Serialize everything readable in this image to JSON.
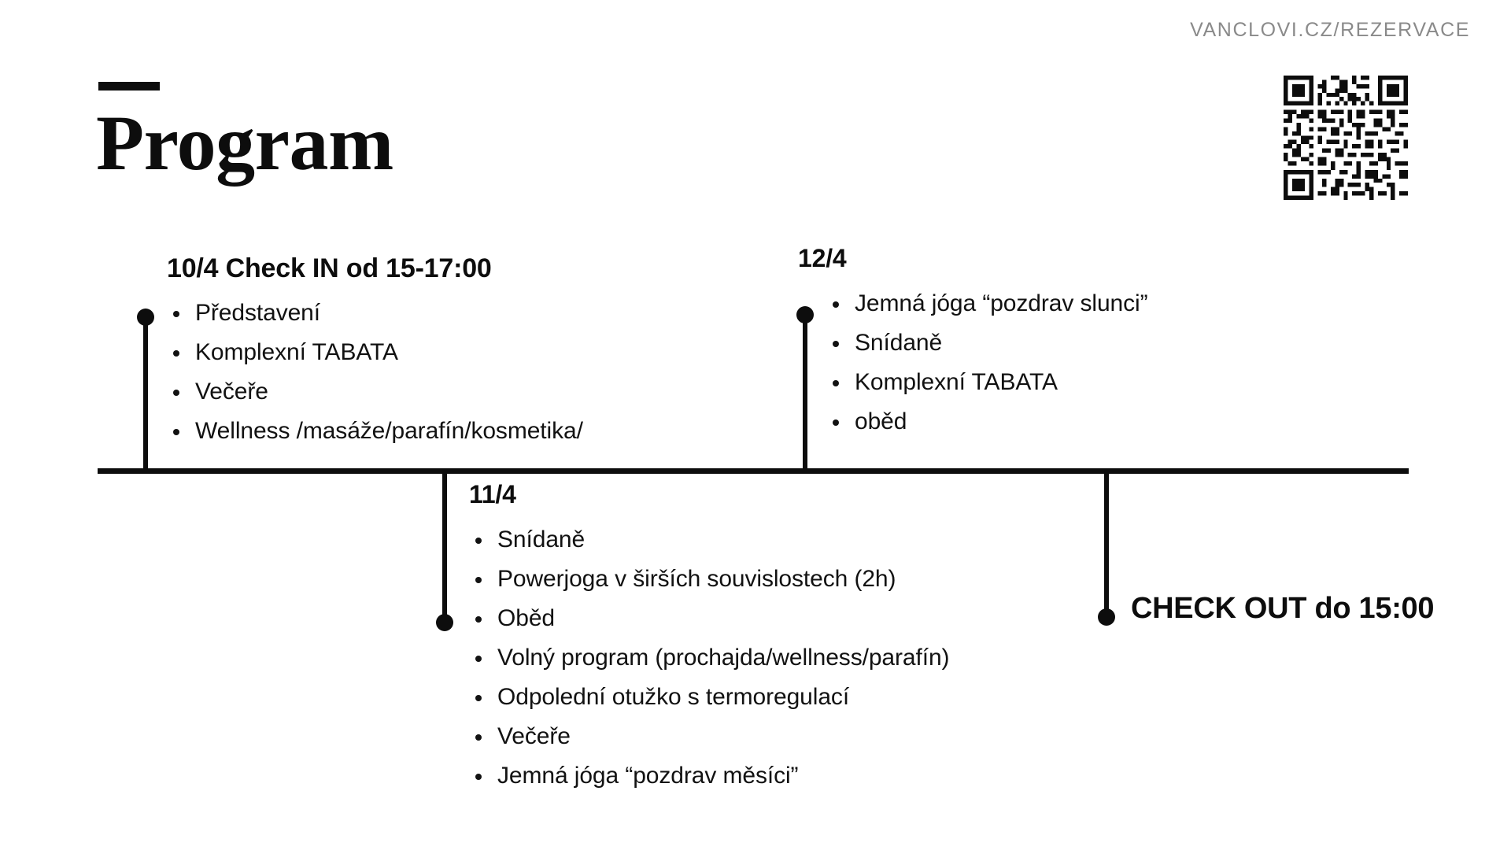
{
  "header": {
    "site_url": "VANCLOVI.CZ/REZERVACE"
  },
  "title": {
    "text": "Program"
  },
  "qr": {
    "label": "qr-code"
  },
  "timeline": {
    "events": [
      {
        "id": "day1",
        "date": "10/4 Check IN od 15-17:00",
        "items": [
          "Představení",
          "Komplexní TABATA",
          "Večeře",
          "Wellness /masáže/parafín/kosmetika/"
        ]
      },
      {
        "id": "day2",
        "date": "11/4",
        "items": [
          "Snídaně",
          "Powerjoga v širších souvislostech (2h)",
          "Oběd",
          "Volný program (prochajda/wellness/parafín)",
          "Odpolední otužko s termoregulací",
          "Večeře",
          "Jemná jóga “pozdrav měsíci”"
        ]
      },
      {
        "id": "day3",
        "date": "12/4",
        "items": [
          "Jemná jóga “pozdrav slunci”",
          "Snídaně",
          "Komplexní TABATA",
          "oběd"
        ]
      }
    ],
    "checkout_label": "CHECK OUT do 15:00"
  },
  "colors": {
    "ink": "#0d0d0d",
    "muted": "#8a8a8a",
    "background": "#ffffff"
  }
}
